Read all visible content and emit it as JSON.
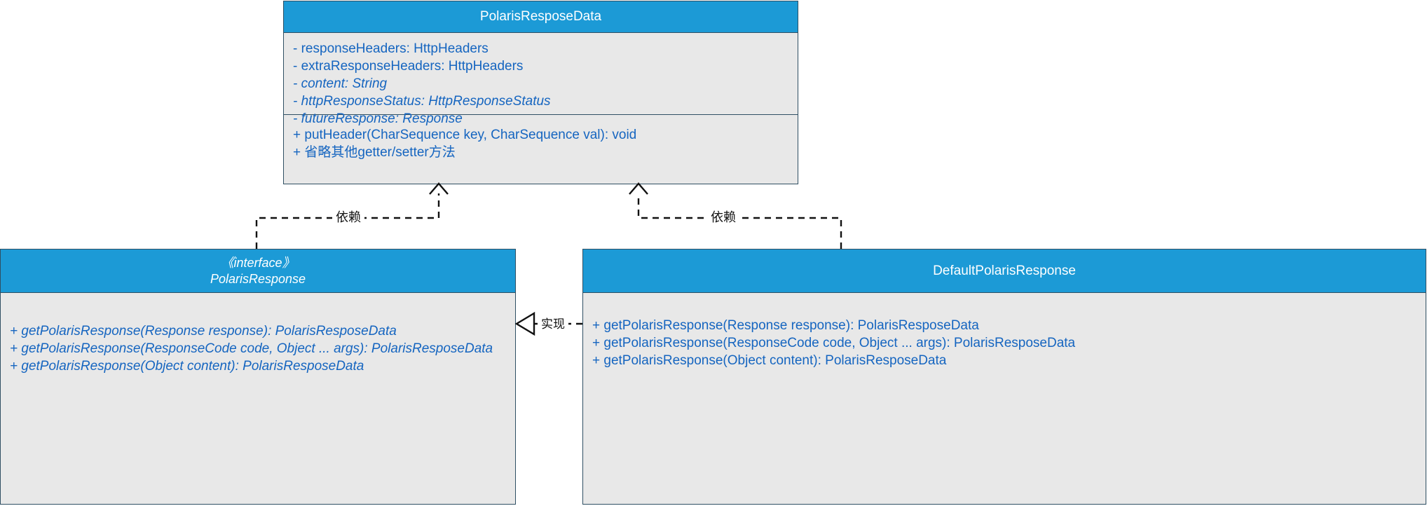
{
  "diagram": {
    "type": "uml-class-diagram",
    "colors": {
      "header_fill": "#1c9ad6",
      "body_fill": "#e8e8e8",
      "border": "#2f4f63",
      "member_text": "#1565c0",
      "header_text": "#ffffff",
      "edge": "#111111"
    }
  },
  "classes": {
    "polaris_respose_data": {
      "name": "PolarisResposeData",
      "attributes": [
        {
          "text": "- responseHeaders: HttpHeaders",
          "italic": false
        },
        {
          "text": "- extraResponseHeaders: HttpHeaders",
          "italic": false
        },
        {
          "text": "- content: String",
          "italic": true
        },
        {
          "text": "- httpResponseStatus: HttpResponseStatus",
          "italic": true
        },
        {
          "text": "- futureResponse: Response",
          "italic": true
        }
      ],
      "operations": [
        {
          "text": "+ putHeader(CharSequence key, CharSequence val): void",
          "italic": false
        },
        {
          "text": "+ 省略其他getter/setter方法",
          "italic": false
        }
      ]
    },
    "polaris_response": {
      "stereotype": "《interface》",
      "name": "PolarisResponse",
      "operations": [
        {
          "text": "+ getPolarisResponse(Response response): PolarisResposeData",
          "italic": true
        },
        {
          "text": "+ getPolarisResponse(ResponseCode code, Object ... args): PolarisResposeData",
          "italic": true
        },
        {
          "text": "+ getPolarisResponse(Object content): PolarisResposeData",
          "italic": true
        }
      ]
    },
    "default_polaris_response": {
      "name": "DefaultPolarisResponse",
      "operations": [
        {
          "text": "+ getPolarisResponse(Response response): PolarisResposeData",
          "italic": false
        },
        {
          "text": "+ getPolarisResponse(ResponseCode code, Object ... args): PolarisResposeData",
          "italic": false
        },
        {
          "text": "+ getPolarisResponse(Object content): PolarisResposeData",
          "italic": false
        }
      ]
    }
  },
  "relations": {
    "dependency_left": {
      "label": "依赖",
      "kind": "dependency",
      "from": "PolarisResponse",
      "to": "PolarisResposeData"
    },
    "dependency_right": {
      "label": "依赖",
      "kind": "dependency",
      "from": "DefaultPolarisResponse",
      "to": "PolarisResposeData"
    },
    "realization": {
      "label": "实现",
      "kind": "realization",
      "from": "DefaultPolarisResponse",
      "to": "PolarisResponse"
    }
  }
}
